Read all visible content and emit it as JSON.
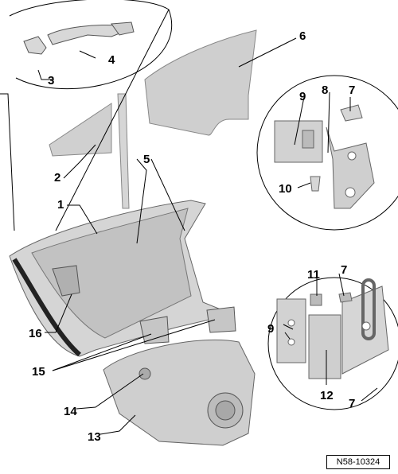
{
  "figure": {
    "reference_code": "N58-10324",
    "callouts": [
      {
        "id": "c1",
        "label": "1"
      },
      {
        "id": "c2",
        "label": "2"
      },
      {
        "id": "c3",
        "label": "3"
      },
      {
        "id": "c4",
        "label": "4"
      },
      {
        "id": "c5",
        "label": "5"
      },
      {
        "id": "c6",
        "label": "6"
      },
      {
        "id": "c7a",
        "label": "7"
      },
      {
        "id": "c7b",
        "label": "7"
      },
      {
        "id": "c7c",
        "label": "7"
      },
      {
        "id": "c8",
        "label": "8"
      },
      {
        "id": "c9a",
        "label": "9"
      },
      {
        "id": "c9b",
        "label": "9"
      },
      {
        "id": "c10",
        "label": "10"
      },
      {
        "id": "c11",
        "label": "11"
      },
      {
        "id": "c12",
        "label": "12"
      },
      {
        "id": "c13",
        "label": "13"
      },
      {
        "id": "c14",
        "label": "14"
      },
      {
        "id": "c15",
        "label": "15"
      },
      {
        "id": "c16",
        "label": "16"
      }
    ]
  }
}
